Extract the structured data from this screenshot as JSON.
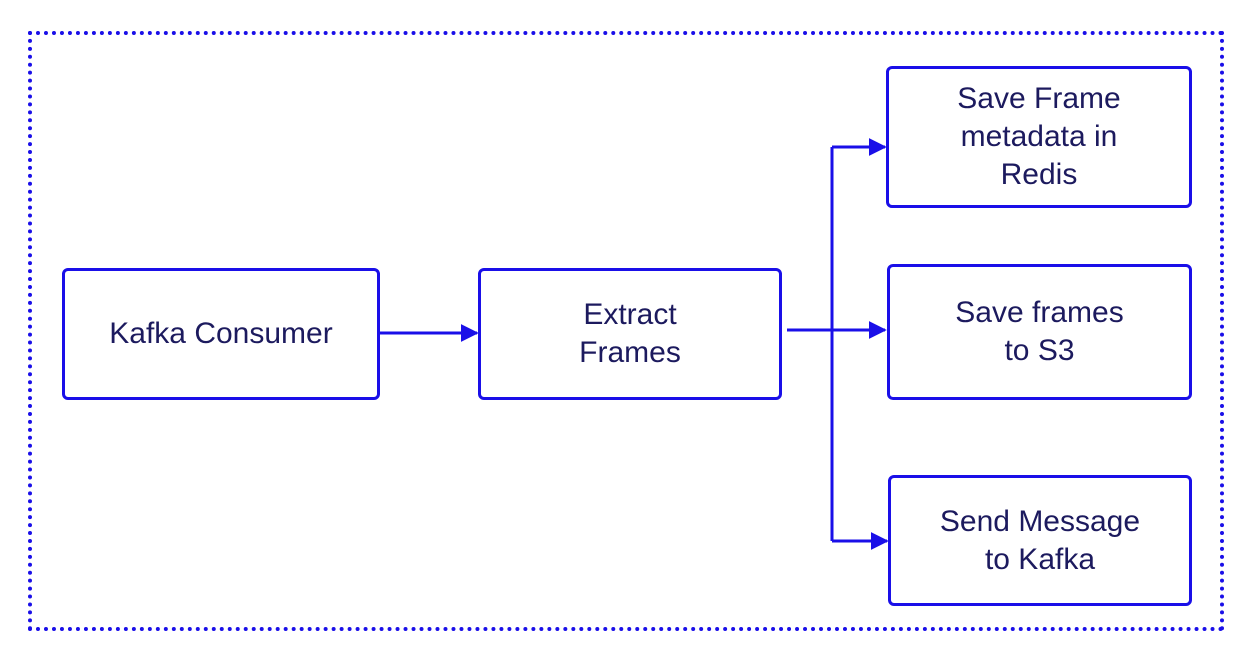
{
  "colors": {
    "accent": "#1a0fe8",
    "text": "#1c1a5e",
    "background": "#ffffff"
  },
  "nodes": {
    "kafka_consumer": "Kafka Consumer",
    "extract_frames": "Extract\nFrames",
    "save_metadata_redis": "Save Frame\nmetadata in\nRedis",
    "save_frames_s3": "Save frames\nto S3",
    "send_message_kafka": "Send Message\nto Kafka"
  }
}
